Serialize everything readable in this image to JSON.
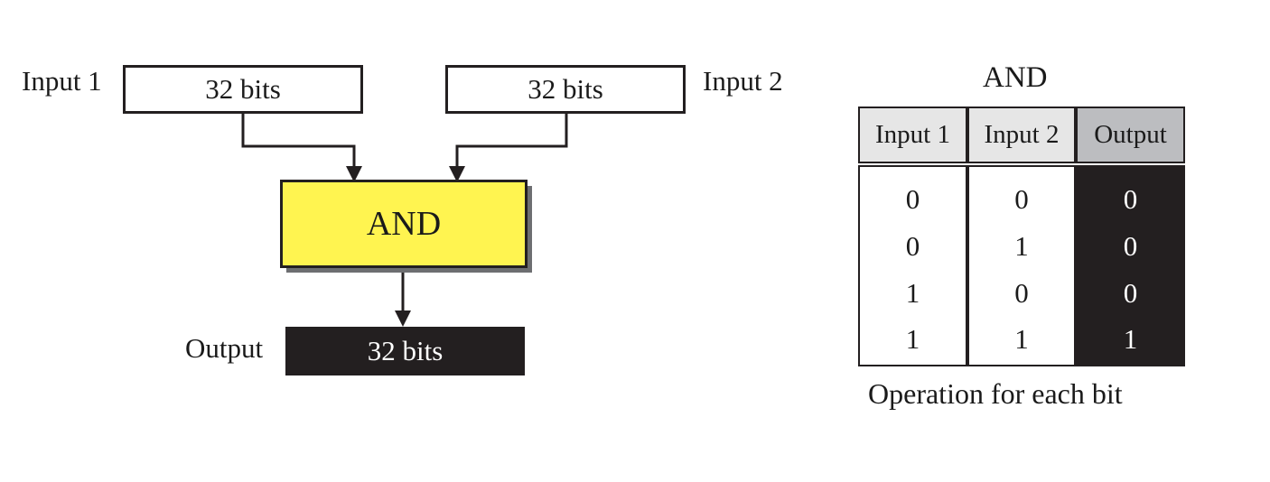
{
  "diagram": {
    "input1_label": "Input 1",
    "input2_label": "Input 2",
    "input1_box": "32 bits",
    "input2_box": "32 bits",
    "gate_label": "AND",
    "output_label": "Output",
    "output_box": "32 bits"
  },
  "truth_table": {
    "title": "AND",
    "headers": [
      "Input 1",
      "Input 2",
      "Output"
    ],
    "rows": [
      [
        "0",
        "0",
        "0"
      ],
      [
        "0",
        "1",
        "0"
      ],
      [
        "1",
        "0",
        "0"
      ],
      [
        "1",
        "1",
        "1"
      ]
    ],
    "caption": "Operation for each bit"
  },
  "colors": {
    "gate_fill": "#fff450",
    "ink": "#231f20",
    "header_light": "#e6e6e6",
    "header_mid": "#bcbdc0",
    "shadow": "#6d6e71"
  }
}
